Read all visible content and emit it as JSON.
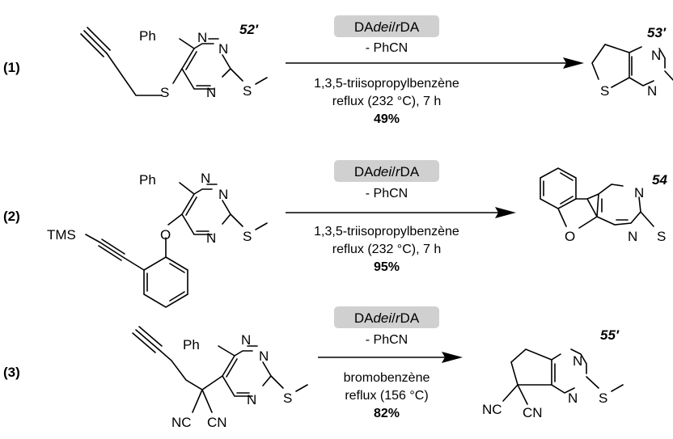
{
  "reactions": [
    {
      "label": "(1)",
      "compound_start": "52′",
      "compound_product": "53′",
      "method_prefix": "DA",
      "method_italic": "dei",
      "method_slash": "/",
      "method_r": "r",
      "method_suffix": "DA",
      "byproduct": "- PhCN",
      "solvent": "1,3,5-triisopropylbenzène",
      "conditions": "reflux (232 °C), 7 h",
      "yield": "49%"
    },
    {
      "label": "(2)",
      "compound_product": "54",
      "method_prefix": "DA",
      "method_italic": "dei",
      "method_slash": "/",
      "method_r": "r",
      "method_suffix": "DA",
      "byproduct": "- PhCN",
      "solvent": "1,3,5-triisopropylbenzène",
      "conditions": "reflux (232 °C), 7 h",
      "yield": "95%"
    },
    {
      "label": "(3)",
      "compound_product": "55′",
      "method_prefix": "DA",
      "method_italic": "dei",
      "method_slash": "/",
      "method_r": "r",
      "method_suffix": "DA",
      "byproduct": "- PhCN",
      "solvent": "bromobenzène",
      "conditions": "reflux (156 °C)",
      "yield": "82%"
    }
  ],
  "atoms": {
    "ph": "Ph",
    "n": "N",
    "s": "S",
    "o": "O",
    "tms": "TMS",
    "nc": "NC",
    "cn": "CN"
  }
}
